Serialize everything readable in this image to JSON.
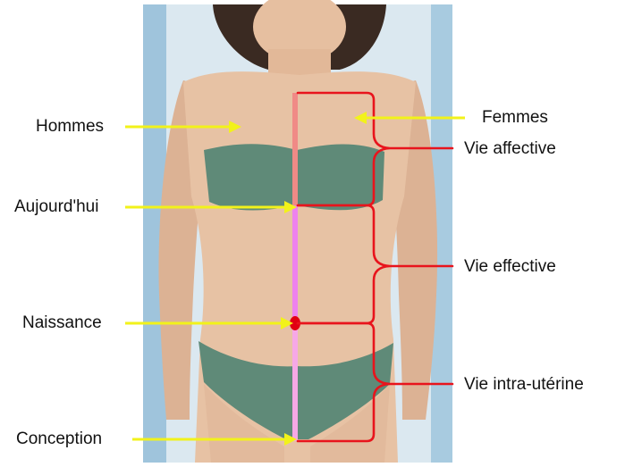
{
  "labels": {
    "hommes": "Hommes",
    "femmes": "Femmes",
    "aujourdhui": "Aujourd'hui",
    "naissance": "Naissance",
    "conception": "Conception",
    "vie_affective": "Vie affective",
    "vie_effective": "Vie effective",
    "vie_intra_uterine": "Vie intra-utérine"
  },
  "colors": {
    "arrow": "#f2f21a",
    "bracket": "#e8141c",
    "segment_upper": "#f08a86",
    "segment_middle": "#ee82ee",
    "segment_lower": "#f6a8e6",
    "birth_dot": "#e10012",
    "swimsuit": "#5f8a78",
    "skin": "#e7c2a4"
  }
}
